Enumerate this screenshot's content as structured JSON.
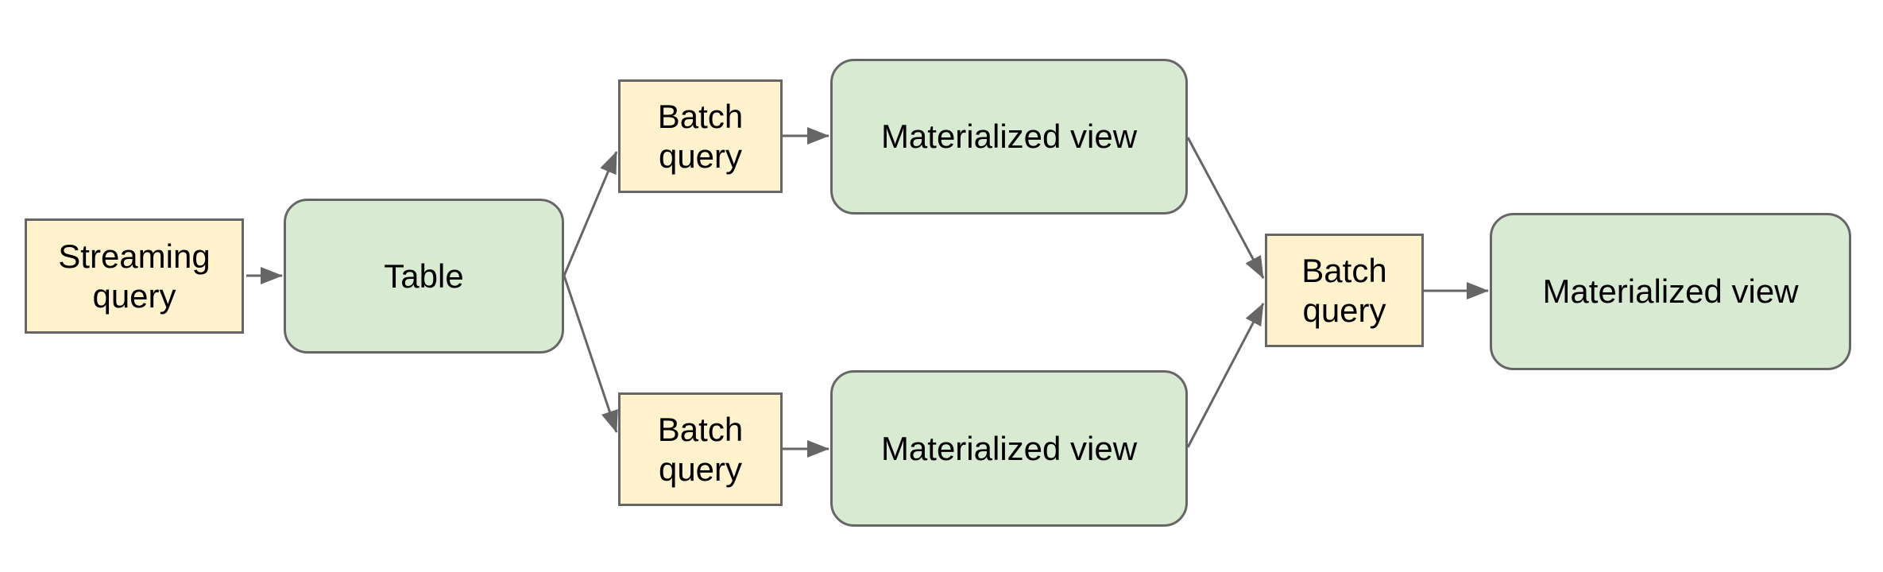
{
  "diagram": {
    "title": "streaming-to-materialized-view-pipeline",
    "background": "#ffffff"
  },
  "colors": {
    "query_fill": "#fff2cc",
    "entity_fill": "#d9ead3",
    "border": "#666666",
    "connector": "#666666",
    "text": "#000000"
  },
  "nodes": [
    {
      "id": "streaming-query",
      "type": "query",
      "label": "Streaming query"
    },
    {
      "id": "table",
      "type": "entity",
      "label": "Table"
    },
    {
      "id": "batch-query-top",
      "type": "query",
      "label": "Batch query"
    },
    {
      "id": "materialized-view-top",
      "type": "entity",
      "label": "Materialized view"
    },
    {
      "id": "batch-query-bottom",
      "type": "query",
      "label": "Batch query"
    },
    {
      "id": "materialized-view-bottom",
      "type": "entity",
      "label": "Materialized view"
    },
    {
      "id": "batch-query-merge",
      "type": "query",
      "label": "Batch query"
    },
    {
      "id": "materialized-view-final",
      "type": "entity",
      "label": "Materialized view"
    }
  ],
  "edges": [
    {
      "from": "streaming-query",
      "to": "table"
    },
    {
      "from": "table",
      "to": "batch-query-top"
    },
    {
      "from": "table",
      "to": "batch-query-bottom"
    },
    {
      "from": "batch-query-top",
      "to": "materialized-view-top"
    },
    {
      "from": "batch-query-bottom",
      "to": "materialized-view-bottom"
    },
    {
      "from": "materialized-view-top",
      "to": "batch-query-merge"
    },
    {
      "from": "materialized-view-bottom",
      "to": "batch-query-merge"
    },
    {
      "from": "batch-query-merge",
      "to": "materialized-view-final"
    }
  ]
}
